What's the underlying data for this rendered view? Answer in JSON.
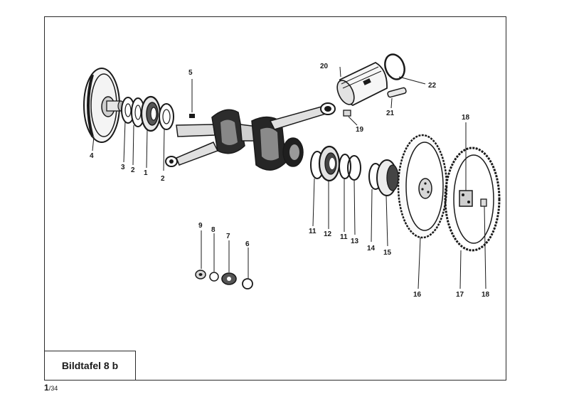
{
  "title": "Bildtafel 8 b",
  "page": {
    "main": "1",
    "sub": "/34"
  },
  "part_labels": {
    "p1": "1",
    "p2a": "2",
    "p2b": "2",
    "p3": "3",
    "p4": "4",
    "p5": "5",
    "p6": "6",
    "p7": "7",
    "p8": "8",
    "p9": "9",
    "p11a": "11",
    "p11b": "11",
    "p12": "12",
    "p13": "13",
    "p14": "14",
    "p15": "15",
    "p16": "16",
    "p17": "17",
    "p18a": "18",
    "p18b": "18",
    "p19": "19",
    "p20": "20",
    "p21": "21",
    "p22": "22"
  }
}
